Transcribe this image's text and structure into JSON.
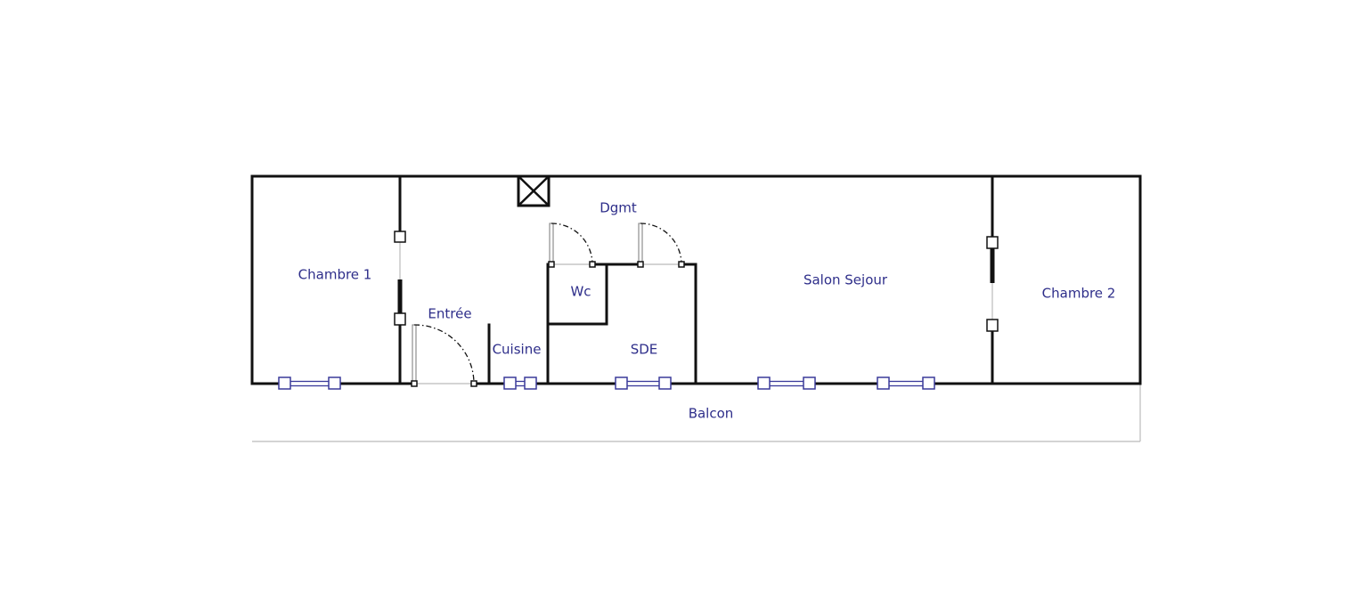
{
  "plan": {
    "label_color": "#2e2e8a",
    "rooms": {
      "chambre1": "Chambre 1",
      "entree": "Entrée",
      "cuisine": "Cuisine",
      "dgmt": "Dgmt",
      "wc": "Wc",
      "sde": "SDE",
      "salon": "Salon Sejour",
      "chambre2": "Chambre 2",
      "balcon": "Balcon"
    }
  }
}
